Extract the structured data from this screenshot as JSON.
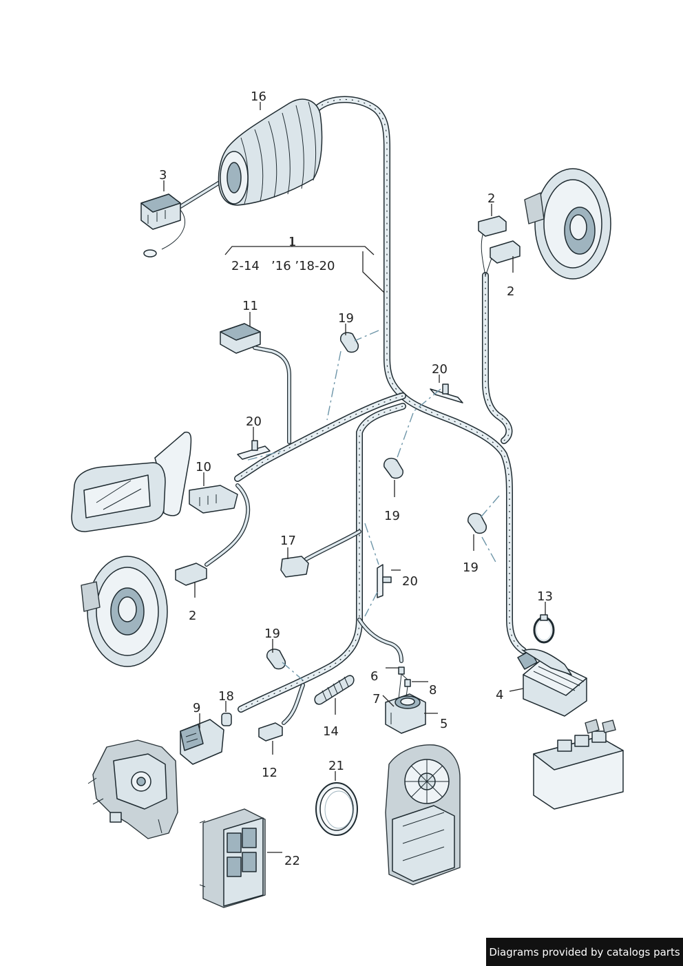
{
  "diagram": {
    "group_callout": {
      "number": "1",
      "ranges": "2-14   ’16 ’18-20"
    },
    "callouts": [
      "2",
      "2",
      "2",
      "3",
      "4",
      "5",
      "6",
      "7",
      "8",
      "9",
      "10",
      "11",
      "12",
      "13",
      "14",
      "16",
      "17",
      "18",
      "19",
      "19",
      "19",
      "19",
      "20",
      "20",
      "20",
      "21",
      "22"
    ],
    "colors": {
      "harness": "#1e2a30",
      "part_fill": "#dbe5ea",
      "leader_dash": "#6d95a8"
    }
  },
  "footer": {
    "text": "Diagrams provided by catalogs parts"
  }
}
